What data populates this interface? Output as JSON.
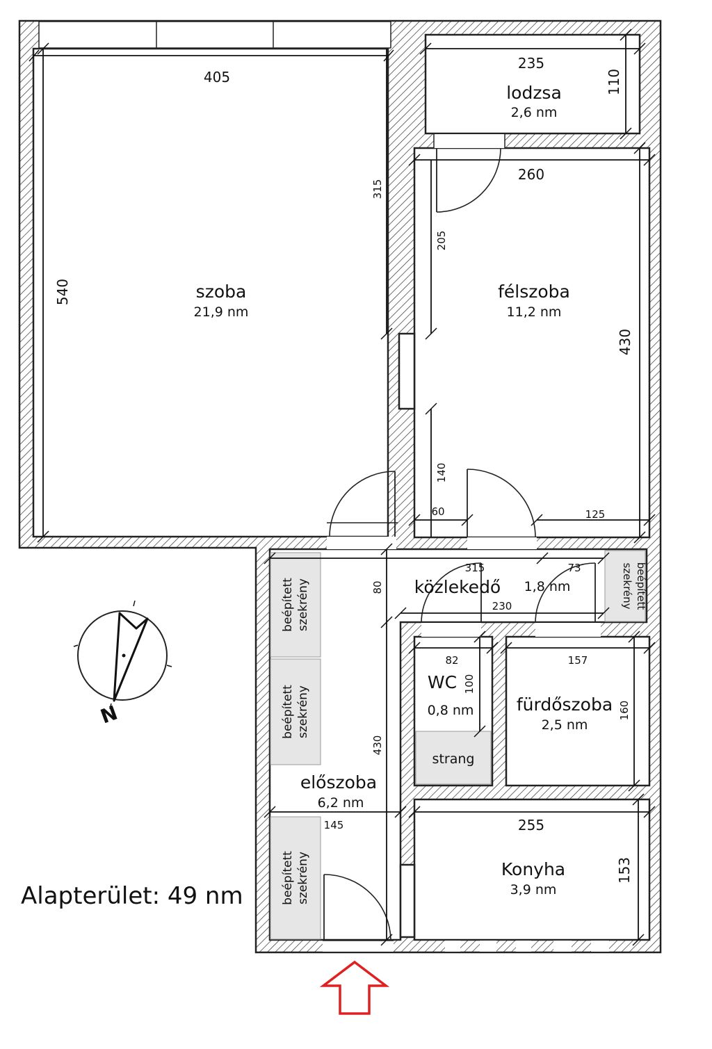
{
  "rooms": {
    "szoba": {
      "name": "szoba",
      "area": "21,9 nm"
    },
    "lodzsa": {
      "name": "lodzsa",
      "area": "2,6 nm"
    },
    "felszoba": {
      "name": "félszoba",
      "area": "11,2 nm"
    },
    "kozlekedo": {
      "name": "közlekedő",
      "area": "1,8 nm"
    },
    "wc": {
      "name": "WC",
      "area": "0,8 nm"
    },
    "furdoszoba": {
      "name": "fürdőszoba",
      "area": "2,5 nm"
    },
    "eloszoba": {
      "name": "előszoba",
      "area": "6,2 nm"
    },
    "konyha": {
      "name": "Konyha",
      "area": "3,9 nm"
    },
    "strang": {
      "name": "strang"
    }
  },
  "closets": {
    "line1": "beépített",
    "line2": "szekrény"
  },
  "dimensions": {
    "szoba_width": "405",
    "szoba_height": "540",
    "szoba_partial": "315",
    "lodzsa_width": "235",
    "lodzsa_depth": "110",
    "felszoba_width": "260",
    "felszoba_height": "430",
    "felszoba_upper": "205",
    "felszoba_lower": "140",
    "felszoba_60": "60",
    "felszoba_125": "125",
    "kozlekedo_315": "315",
    "kozlekedo_73": "73",
    "kozlekedo_80": "80",
    "kozlekedo_230": "230",
    "wc_width": "82",
    "wc_depth": "100",
    "furdo_width": "157",
    "furdo_depth": "160",
    "eloszoba_height": "430",
    "eloszoba_width": "145",
    "konyha_width": "255",
    "konyha_depth": "153"
  },
  "summary": "Alapterület: 49 nm",
  "compass": {
    "label": "N"
  },
  "colors": {
    "entrance_arrow": "#e02020",
    "closet_fill": "#e6e6e6",
    "strang_fill": "#e6e6e6"
  },
  "icons": [
    "compass-icon",
    "entrance-arrow-icon"
  ]
}
